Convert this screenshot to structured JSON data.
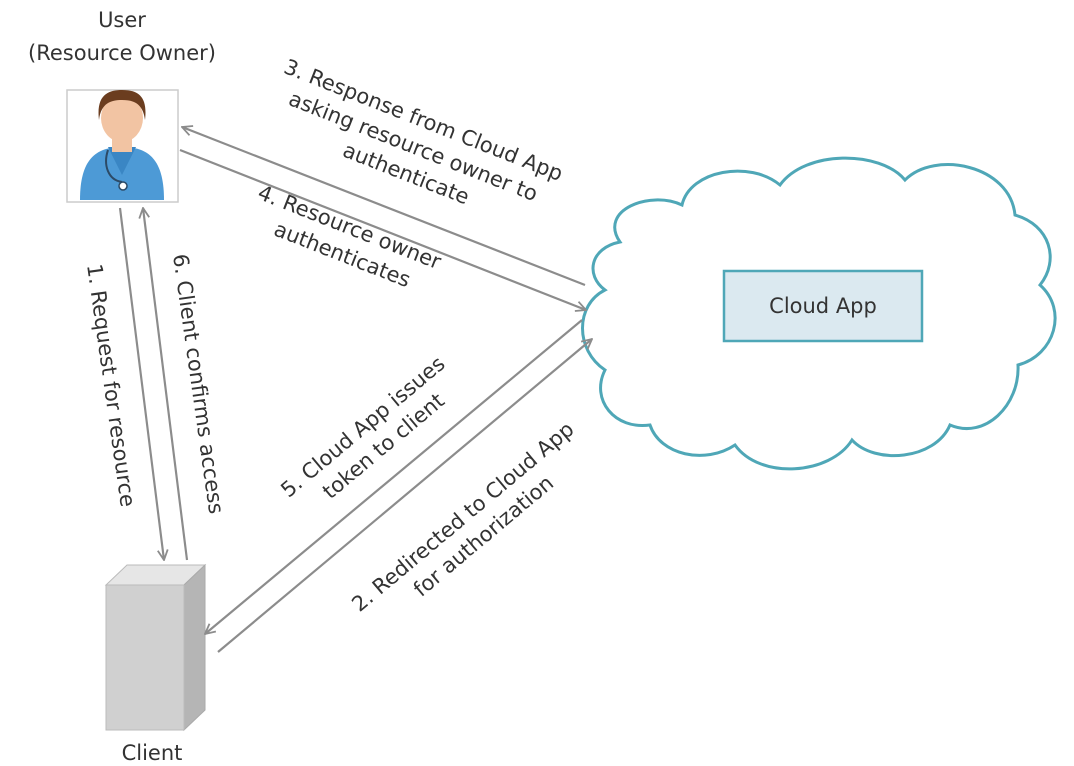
{
  "actors": {
    "user": {
      "name": "User",
      "role": "(Resource Owner)",
      "icon": "user-person-icon"
    },
    "client": {
      "name": "Client",
      "icon": "server-icon"
    },
    "cloud": {
      "name": "Cloud App",
      "icon": "cloud-icon"
    }
  },
  "steps": [
    {
      "n": "1",
      "lines": [
        "1. Request for resource"
      ]
    },
    {
      "n": "2",
      "lines": [
        "2. Redirected to Cloud App",
        "for authorization"
      ]
    },
    {
      "n": "3",
      "lines": [
        "3. Response from Cloud App",
        "asking resource owner to",
        "authenticate"
      ]
    },
    {
      "n": "4",
      "lines": [
        "4. Resource owner",
        "authenticates"
      ]
    },
    {
      "n": "5",
      "lines": [
        "5. Cloud App issues",
        "token to client"
      ]
    },
    {
      "n": "6",
      "lines": [
        "6. Client confirms access"
      ]
    }
  ],
  "colors": {
    "arrow": "#8c8c8c",
    "cloud_stroke": "#4fa7b7",
    "app_box_fill": "#dbe9f0",
    "app_box_stroke": "#4fa7b7",
    "client_fill": "#d0d0d0",
    "user_shirt": "#4d9ad6",
    "text": "#333333"
  }
}
